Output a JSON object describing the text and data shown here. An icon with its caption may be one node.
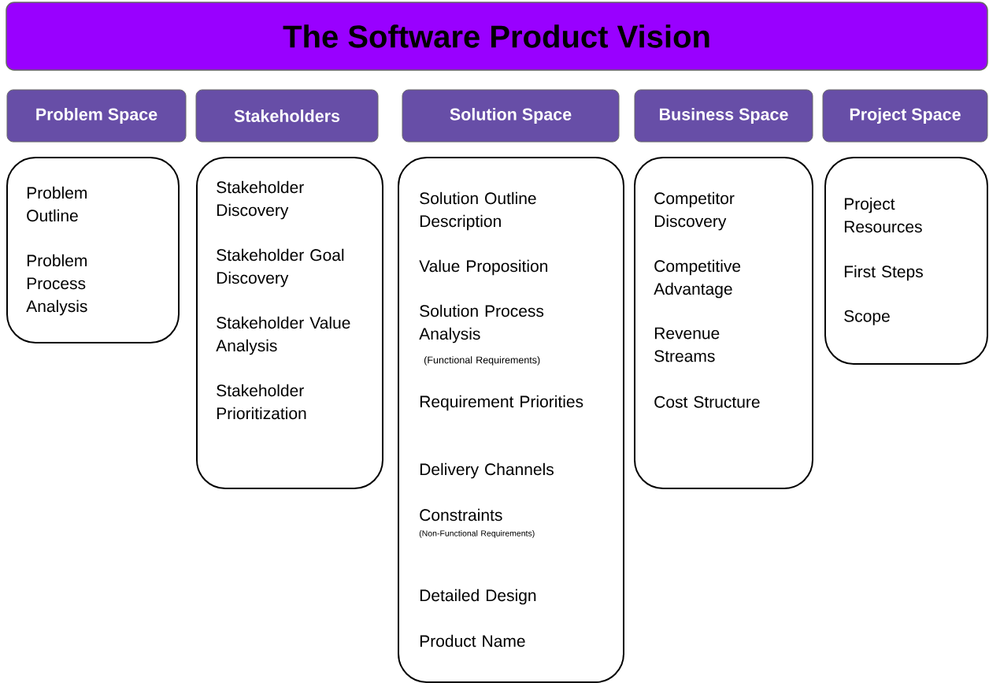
{
  "diagram": {
    "nodes": [
      {
        "text": [
          "The Software Product Vision"
        ]
      },
      {
        "text": [
          "Problem Space"
        ]
      },
      {
        "text": [
          "Stakeholders"
        ]
      },
      {
        "text": [
          "Solution Space"
        ]
      },
      {
        "text": [
          "Business Space"
        ]
      },
      {
        "text": [
          "Project Space"
        ]
      },
      {
        "text": [
          "Problem Outline",
          "Problem Process Analysis"
        ]
      },
      {
        "text": [
          "Stakeholder Discovery",
          "Stakeholder Goal Discovery",
          "Stakeholder Value Analysis",
          "Stakeholder Prioritization"
        ]
      },
      {
        "text": [
          "Solution Outline Description",
          "Value Proposition",
          "Solution Process Analysis",
          "(Functional Requirements)",
          "Requirement Priorities",
          "Delivery Channels",
          "Constraints",
          "(Non-Functional Requirements)",
          "Detailed Design",
          "Product Name"
        ]
      },
      {
        "text": [
          "Competitor Discovery",
          "Competitive Advantage",
          "Revenue Streams",
          "Cost Structure"
        ]
      },
      {
        "text": [
          "Project Resources",
          "First Steps",
          "Scope"
        ]
      }
    ]
  }
}
